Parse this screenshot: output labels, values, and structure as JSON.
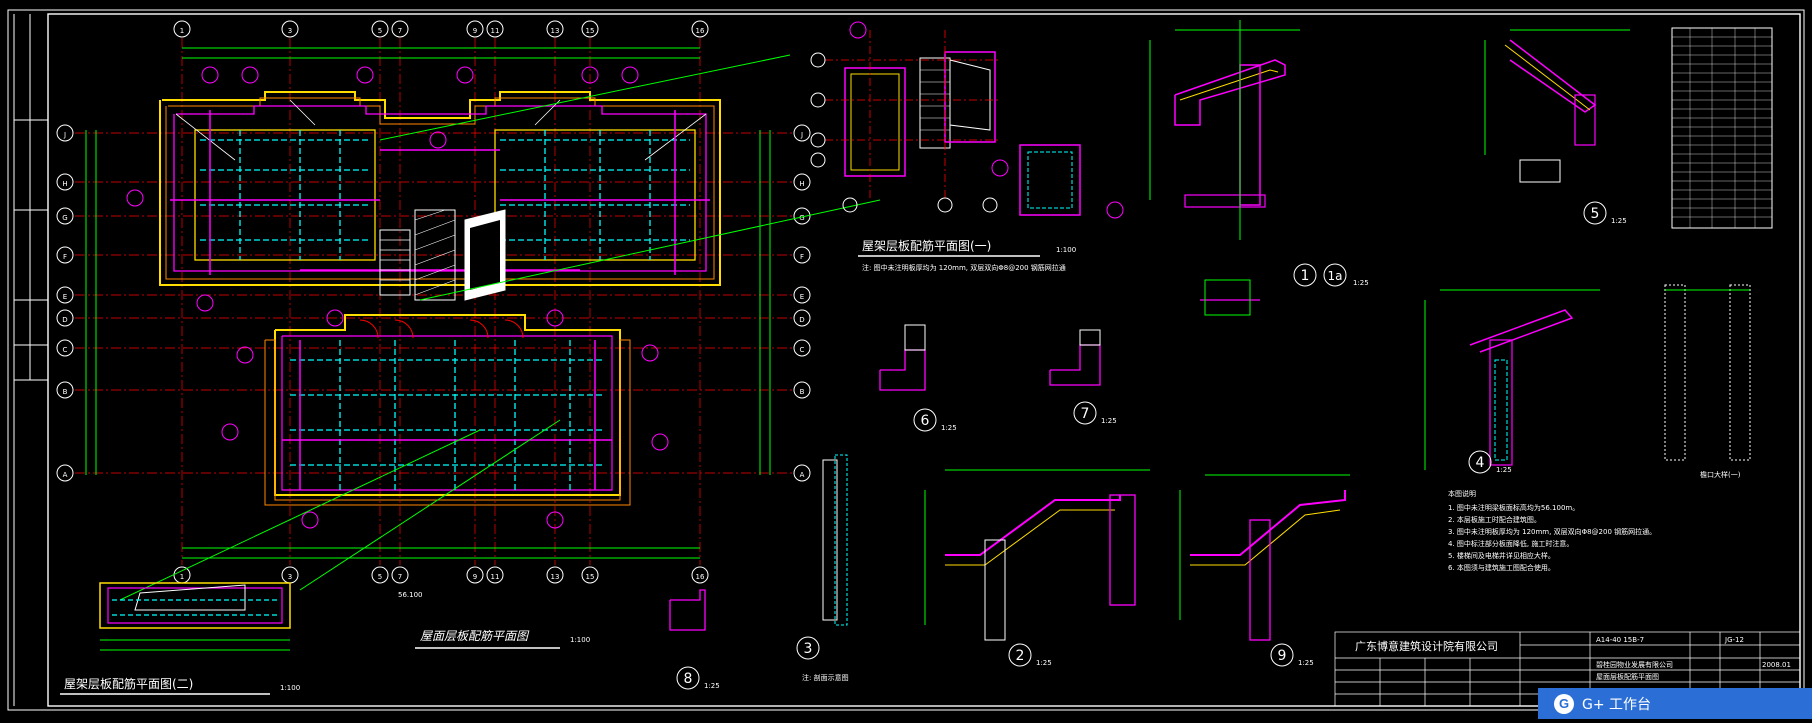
{
  "drawing": {
    "main_plan_title": "屋面层板配筋平面图",
    "main_plan_scale": "1:100",
    "main_plan_level": "56.100",
    "plan1_title": "屋架层板配筋平面图(一)",
    "plan1_scale": "1:100",
    "plan2_title": "屋架层板配筋平面图(二)",
    "plan2_scale": "1:100",
    "plan1_note": "注: 图中未注明板厚均为 120mm, 双层双向Φ8@200 钢筋网拉通",
    "grid_cols": [
      "1",
      "3",
      "5",
      "7",
      "9",
      "11",
      "13",
      "15",
      "16"
    ],
    "grid_rows": [
      "J",
      "H",
      "G",
      "F",
      "E",
      "D",
      "C",
      "B",
      "A"
    ],
    "details": [
      {
        "num": "1",
        "sub": "1a",
        "scale": "1:25"
      },
      {
        "num": "2",
        "scale": "1:25"
      },
      {
        "num": "3",
        "scale": ""
      },
      {
        "num": "4",
        "scale": "1:25"
      },
      {
        "num": "5",
        "scale": "1:25"
      },
      {
        "num": "6",
        "scale": "1:25"
      },
      {
        "num": "7",
        "scale": "1:25"
      },
      {
        "num": "8",
        "scale": "1:25"
      },
      {
        "num": "9",
        "scale": "1:25"
      }
    ],
    "notes_title": "本图说明",
    "notes": [
      "1. 图中未注明梁板面标高均为56.100m。",
      "2. 本层板施工时配合建筑图。",
      "3. 图中未注明板厚均为 120mm, 双层双向Φ8@200 钢筋网拉通。",
      "4. 图中标注部分板面降低, 施工时注意。",
      "5. 楼梯间及电梯井详见相应大样。",
      "6. 本图须与建筑施工图配合使用。"
    ],
    "hatch_legend": "注: 剖面示意图",
    "detail_side_title": "檐口大样(一)"
  },
  "title_block": {
    "company": "广东博意建筑设计院有限公司",
    "client": "碧桂园物业发展有限公司",
    "project_code": "A14-40 15B-7",
    "drawing_title": "屋面层板配筋平面图",
    "sheet_no": "JG-12",
    "date": "2008.01"
  },
  "widget": {
    "label": "G+ 工作台",
    "icon": "g-logo-icon",
    "color": "#2b6fd6"
  },
  "colors": {
    "border": "#ffffff",
    "wall": "#ffdd00",
    "beam": "#ff00ff",
    "rebar": "#00ffff",
    "dim": "#00ff00",
    "axis": "#ff0000"
  }
}
